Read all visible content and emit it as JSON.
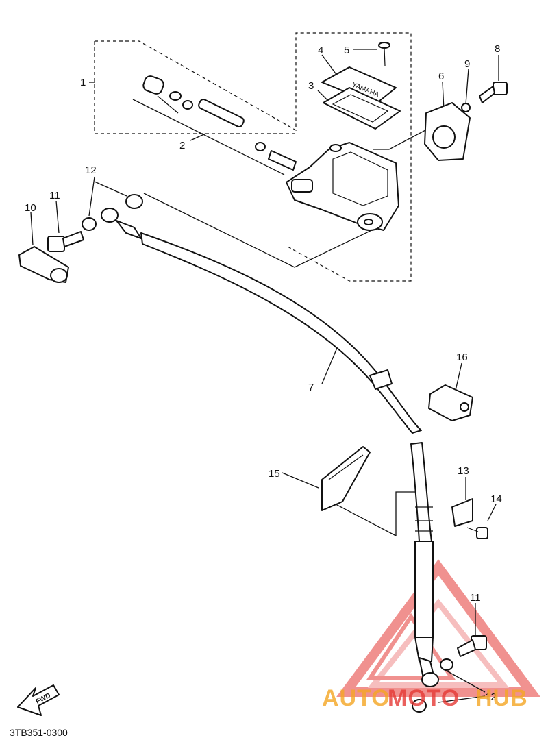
{
  "diagram": {
    "part_labels": [
      "1",
      "2",
      "3",
      "4",
      "5",
      "6",
      "7",
      "8",
      "9",
      "10",
      "11",
      "12",
      "13",
      "14",
      "15",
      "16",
      "11",
      "12"
    ],
    "fwd_label": "FWD",
    "drawing_code": "3TB351-0300",
    "watermark": {
      "word1": "AUTO",
      "word2": "MOTO",
      "word3": "HUB",
      "color1": "#f5a623",
      "color2": "#e53935"
    }
  }
}
